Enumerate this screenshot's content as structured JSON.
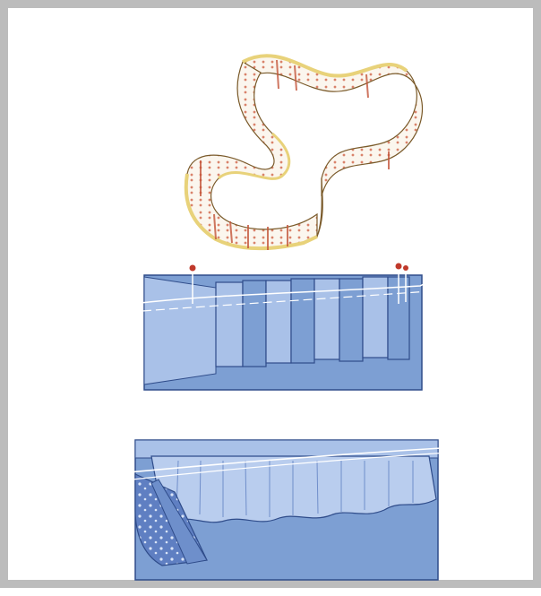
{
  "figure": {
    "panels": [
      {
        "name": "tape-loop",
        "description_visible_text": ""
      },
      {
        "name": "pleated-fabric",
        "description_visible_text": ""
      },
      {
        "name": "gathered-fabric",
        "description_visible_text": ""
      }
    ]
  },
  "colors": {
    "border": "#bcbcbc",
    "background": "#ffffff",
    "fabric_blue": "#7d9fd3",
    "fabric_blue_dark": "#3f5fa3",
    "fabric_blue_light": "#b9cdee",
    "tape_yellow": "#e8d27a",
    "tape_red": "#c4553a",
    "pin_red": "#c0392b"
  }
}
